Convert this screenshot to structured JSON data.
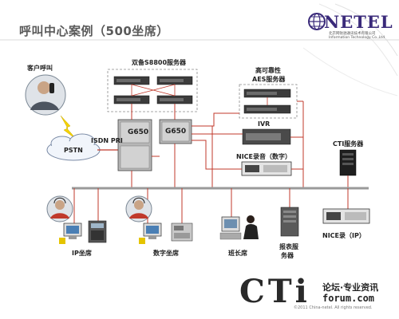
{
  "title": "呼叫中心案例（500坐席）",
  "logo": {
    "text": "NETEL",
    "cn": "北京网钛驰通讯技术有限公司",
    "en": "Information Technology Co.,Ltd"
  },
  "labels": {
    "caller": "客户呼叫",
    "pstn": "PSTN",
    "isdn": "ISDN PRI",
    "s8800": "双备S8800服务器",
    "aes1": "高可靠性",
    "aes2": "AES服务器",
    "g650_a": "G650",
    "g650_b": "G650",
    "ivr": "IVR",
    "nice": "NICE录音（数字）",
    "cti": "CTI服务器",
    "ip_seat": "IP坐席",
    "digital_seat": "数字坐席",
    "supervisor": "班长席",
    "report1": "报表服",
    "report2": "务器",
    "nice_ip": "NICE录（IP）"
  },
  "watermark": {
    "cti": "CTi",
    "tag1": "论坛·专业资讯",
    "tag2": "forum.com",
    "copyright": "©2011 China-netel. All rights reserved."
  },
  "colors": {
    "link": "#c0392b",
    "bus": "#9a9a9a",
    "accent": "#3a2a7a"
  }
}
